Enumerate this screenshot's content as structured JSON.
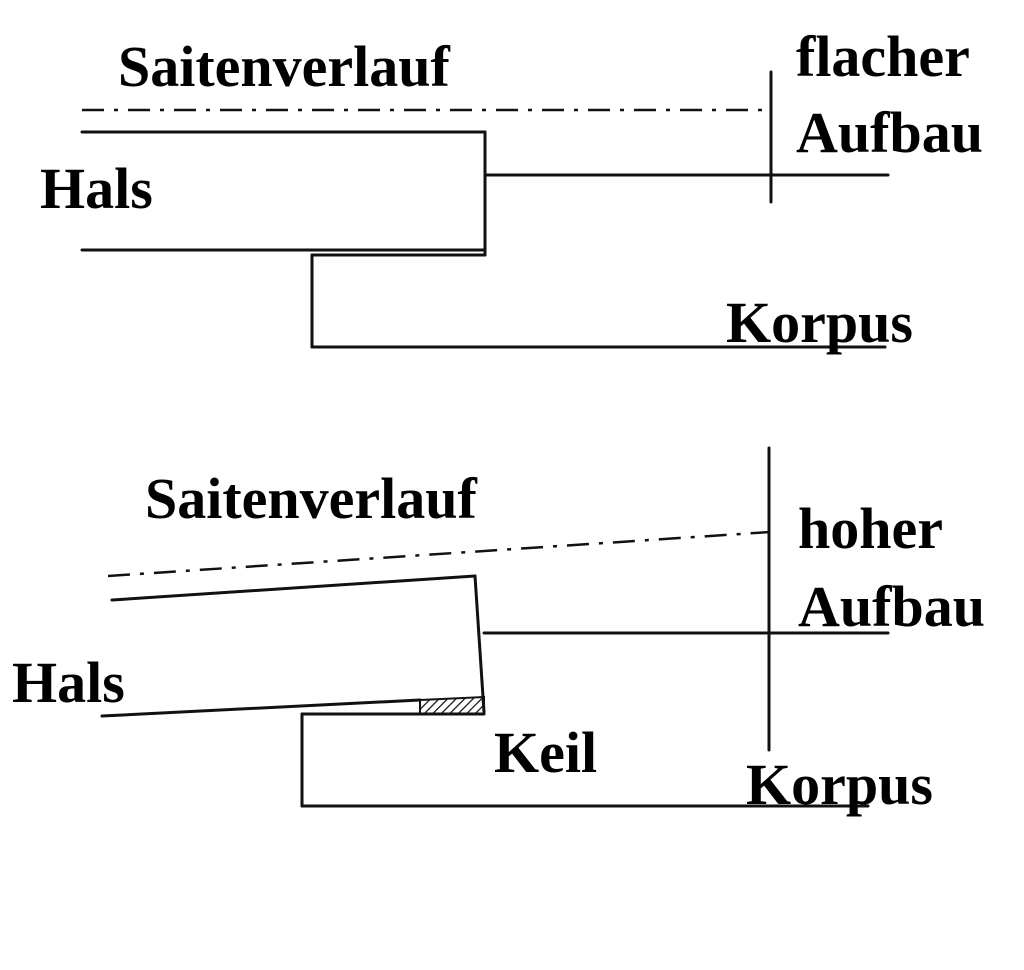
{
  "top_diagram": {
    "string_label": "Saitenverlauf",
    "neck_label": "Hals",
    "body_label": "Korpus",
    "height_label_line1": "flacher",
    "height_label_line2": "Aufbau"
  },
  "bottom_diagram": {
    "string_label": "Saitenverlauf",
    "neck_label": "Hals",
    "body_label": "Korpus",
    "wedge_label": "Keil",
    "height_label_line1": "hoher",
    "height_label_line2": "Aufbau"
  },
  "colors": {
    "ink": "#111111",
    "background": "#ffffff"
  }
}
